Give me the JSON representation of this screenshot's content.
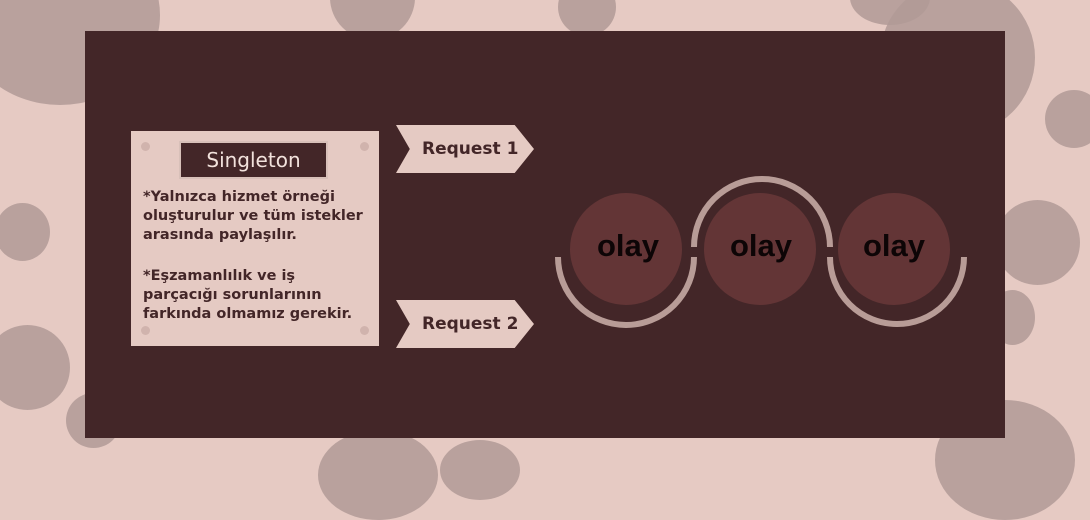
{
  "card": {
    "title": "Singleton",
    "para1": "*Yalnızca hizmet örneği oluşturulur ve tüm istekler arasında paylaşılır.",
    "para2": "*Eşzamanlılık ve iş parçacığı sorunlarının farkında olmamız gerekir."
  },
  "requests": [
    "Request 1",
    "Request 2"
  ],
  "nodes": [
    "olay",
    "olay",
    "olay"
  ],
  "colors": {
    "background": "#e6cac3",
    "panel": "#432628",
    "card": "#e5cac3",
    "node": "#633536",
    "arc": "#b89c97"
  }
}
